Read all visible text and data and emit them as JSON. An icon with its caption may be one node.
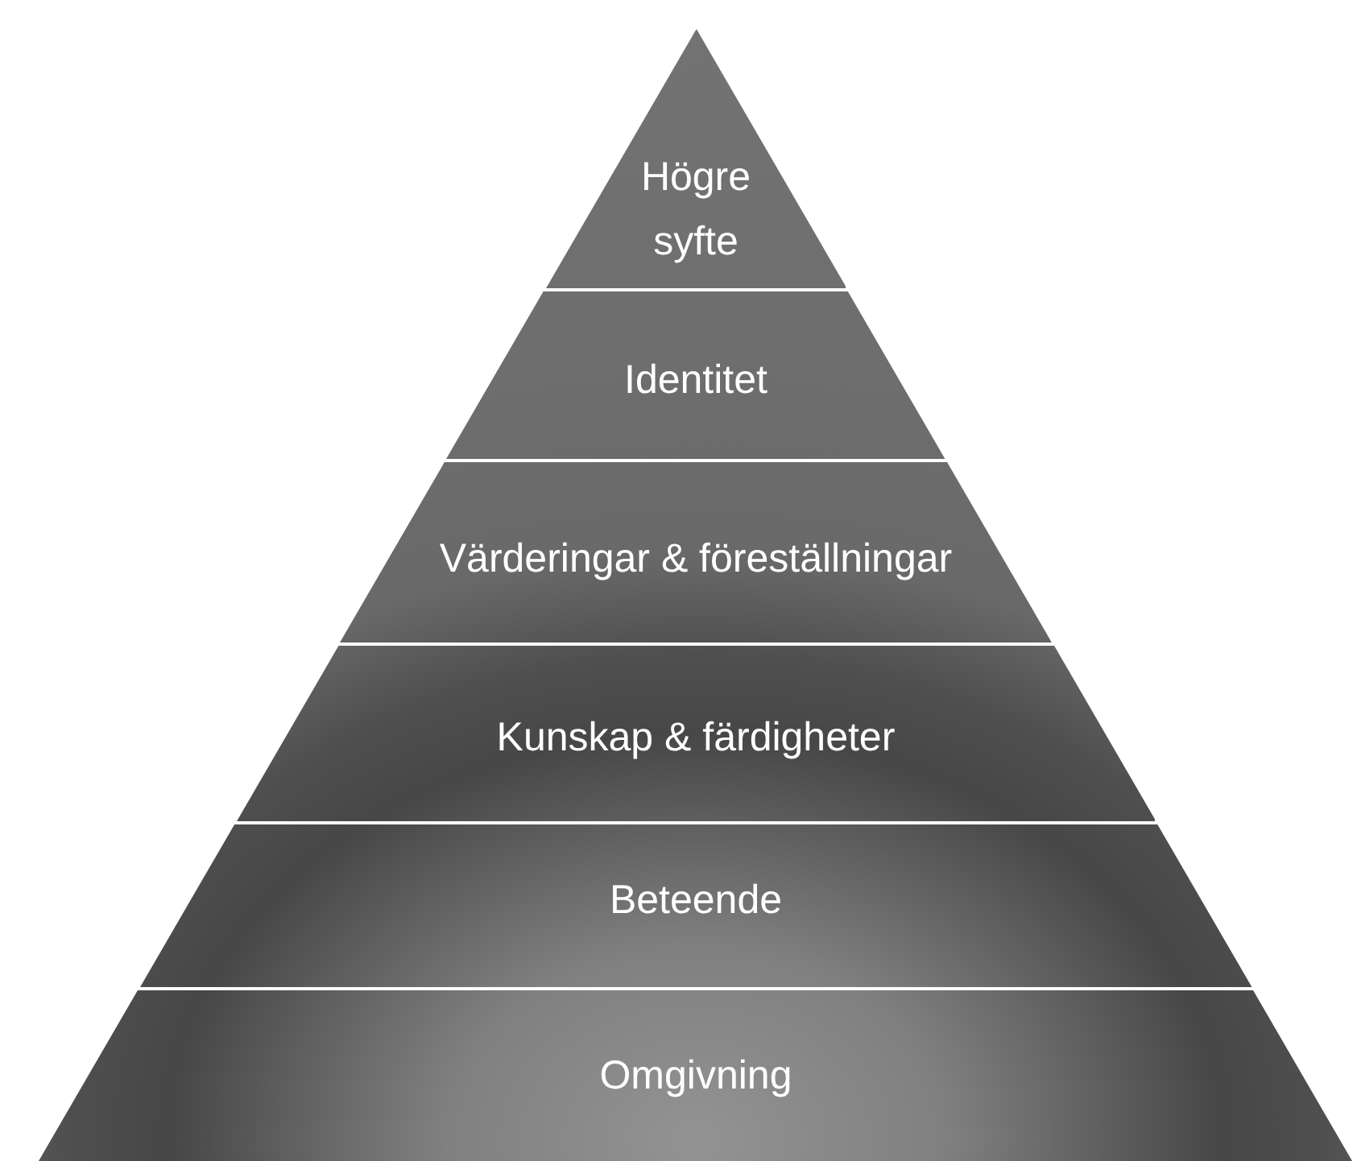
{
  "diagram": {
    "nodes": [
      {
        "text": [
          "Högre syfte"
        ]
      },
      {
        "text": [
          "Identitet"
        ]
      },
      {
        "text": [
          "Värderingar & föreställningar"
        ]
      },
      {
        "text": [
          "Kunskap & färdigheter"
        ]
      },
      {
        "text": [
          "Beteende"
        ]
      },
      {
        "text": [
          "Omgivning"
        ]
      }
    ]
  }
}
